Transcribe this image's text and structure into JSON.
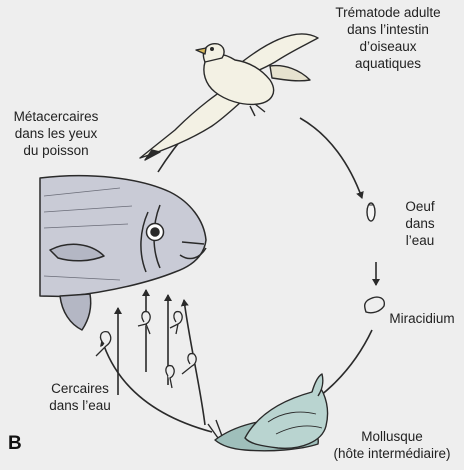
{
  "colors": {
    "background": "#eeeeee",
    "ink": "#2a2a2a",
    "bird": "#f3f1e4",
    "fish": "#c9cbd6",
    "snail": "#b9d4d0"
  },
  "panel_letter": "B",
  "stages": {
    "adult": [
      "Trématode adulte",
      "dans l’intestin",
      "d’oiseaux",
      "aquatiques"
    ],
    "egg": [
      "Oeuf",
      "dans",
      "l’eau"
    ],
    "miracidium": [
      "Miracidium"
    ],
    "mollusc": [
      "Mollusque",
      "(hôte intermédiaire)"
    ],
    "cercariae": [
      "Cercaires",
      "dans l’eau"
    ],
    "metacercariae": [
      "Métacercaires",
      "dans les yeux",
      "du poisson"
    ]
  },
  "icons": [
    "gull-drawing",
    "fish-head-drawing",
    "snail-drawing",
    "egg-drawing",
    "miracidium-drawing",
    "cercaria-drawing"
  ]
}
